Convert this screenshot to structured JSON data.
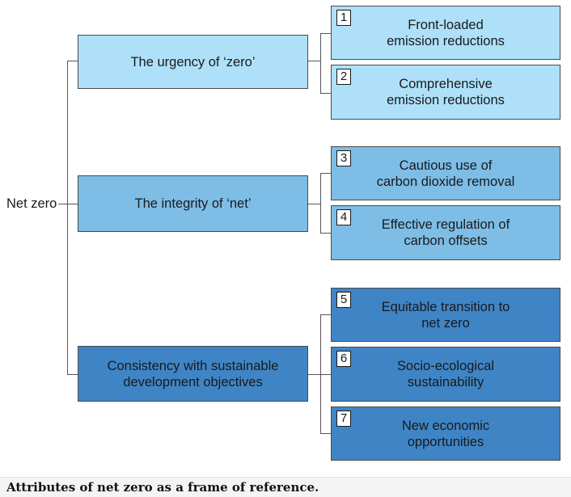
{
  "diagram": {
    "root": "Net zero",
    "colors": {
      "tier1": "#aee1f9",
      "tier2": "#7dbde6",
      "tier3": "#3f85c6"
    },
    "categories": [
      {
        "label": "The urgency of ‘zero’"
      },
      {
        "label": "The integrity of ‘net’"
      },
      {
        "label": "Consistency with sustainable\ndevelopment objectives"
      }
    ],
    "attributes": [
      {
        "number": "1",
        "label": "Front-loaded\nemission reductions"
      },
      {
        "number": "2",
        "label": "Comprehensive\nemission reductions"
      },
      {
        "number": "3",
        "label": "Cautious use of\ncarbon dioxide removal"
      },
      {
        "number": "4",
        "label": "Effective regulation of\ncarbon offsets"
      },
      {
        "number": "5",
        "label": "Equitable transition to\nnet zero"
      },
      {
        "number": "6",
        "label": "Socio-ecological\nsustainability"
      },
      {
        "number": "7",
        "label": "New economic\nopportunities"
      }
    ]
  },
  "caption": "Attributes of net zero as a frame of reference."
}
